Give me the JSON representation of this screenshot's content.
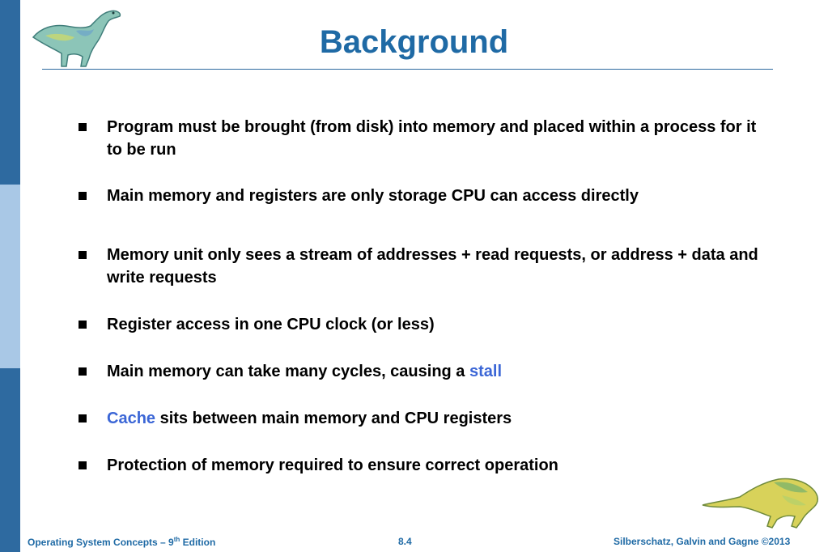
{
  "title": "Background",
  "bullets": [
    {
      "text": "Program must be brought (from disk)  into memory and placed within a process for it to be run"
    },
    {
      "text": "Main memory and registers are only storage CPU can access directly"
    },
    {
      "text": "Memory unit only sees a stream of addresses + read requests, or address + data and write requests"
    },
    {
      "text": "Register access in one CPU clock (or less)"
    },
    {
      "before": "Main memory can take many cycles, causing a ",
      "highlight": "stall",
      "after": ""
    },
    {
      "before": "",
      "highlight": "Cache",
      "after": " sits between main memory and CPU registers"
    },
    {
      "text": "Protection of memory required to ensure correct operation"
    }
  ],
  "footer": {
    "left_prefix": "Operating System Concepts – 9",
    "left_sup": "th",
    "left_suffix": " Edition",
    "center": "8.4",
    "right": "Silberschatz, Galvin and Gagne ©2013"
  },
  "colors": {
    "title": "#1f6aa5",
    "highlight": "#3b66d6",
    "sidebar_dark": "#2e6aa0",
    "sidebar_light": "#a9c8e6"
  },
  "icons": [
    "dinosaur-logo-icon",
    "dinosaur-logo-icon"
  ]
}
